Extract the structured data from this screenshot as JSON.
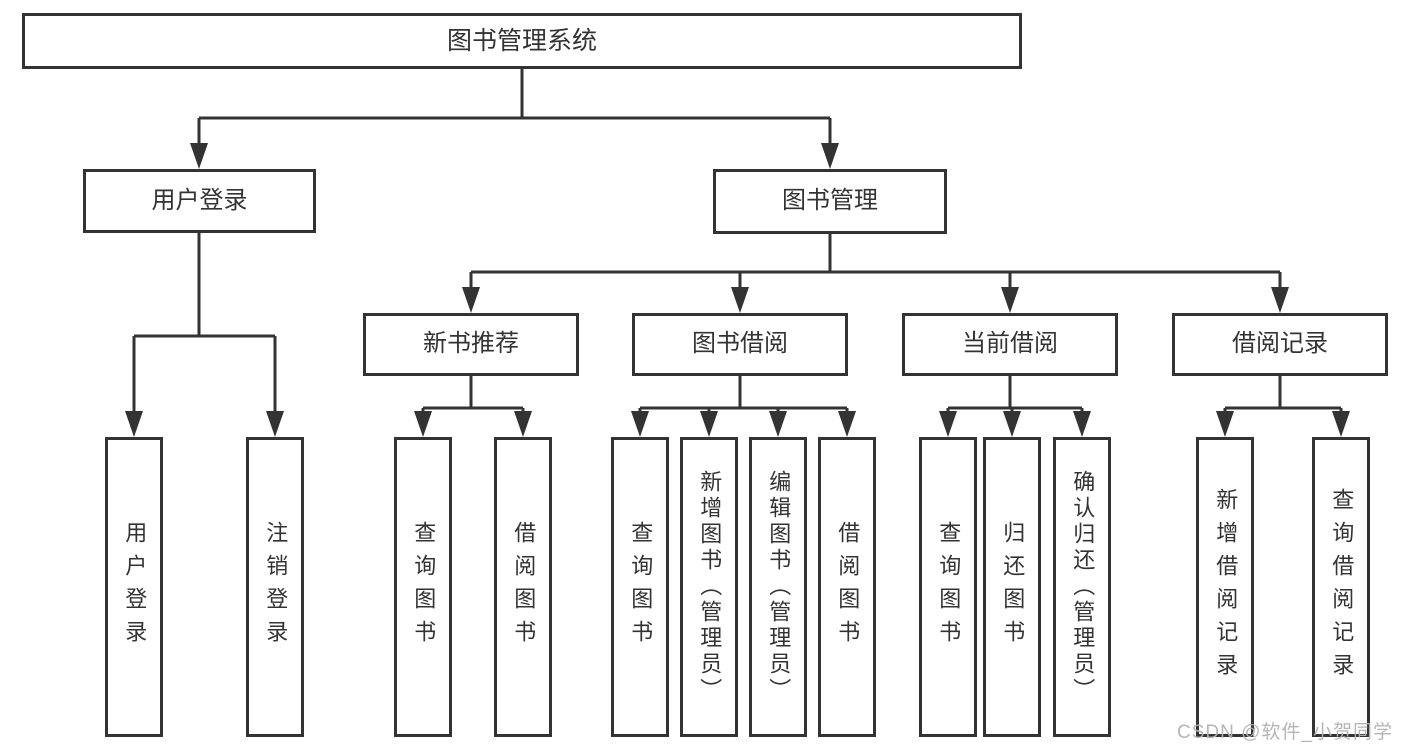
{
  "tree": {
    "label": "图书管理系统",
    "children": [
      {
        "label": "用户登录",
        "children": [
          {
            "label": "用户登录"
          },
          {
            "label": "注销登录"
          }
        ]
      },
      {
        "label": "图书管理",
        "children": [
          {
            "label": "新书推荐",
            "children": [
              {
                "label": "查询图书"
              },
              {
                "label": "借阅图书"
              }
            ]
          },
          {
            "label": "图书借阅",
            "children": [
              {
                "label": "查询图书"
              },
              {
                "label": "新增图书（管理员）"
              },
              {
                "label": "编辑图书（管理员）"
              },
              {
                "label": "借阅图书"
              }
            ]
          },
          {
            "label": "当前借阅",
            "children": [
              {
                "label": "查询图书"
              },
              {
                "label": "归还图书"
              },
              {
                "label": "确认归还（管理员）"
              }
            ]
          },
          {
            "label": "借阅记录",
            "children": [
              {
                "label": "新增借阅记录"
              },
              {
                "label": "查询借阅记录"
              }
            ]
          }
        ]
      }
    ]
  },
  "watermark": {
    "text": "CSDN @软件_小贺同学"
  },
  "colors": {
    "line": "#333333",
    "box_fill": "#ffffff",
    "text": "#333333",
    "watermark": "#b3b3b3",
    "background": "#ffffff"
  }
}
